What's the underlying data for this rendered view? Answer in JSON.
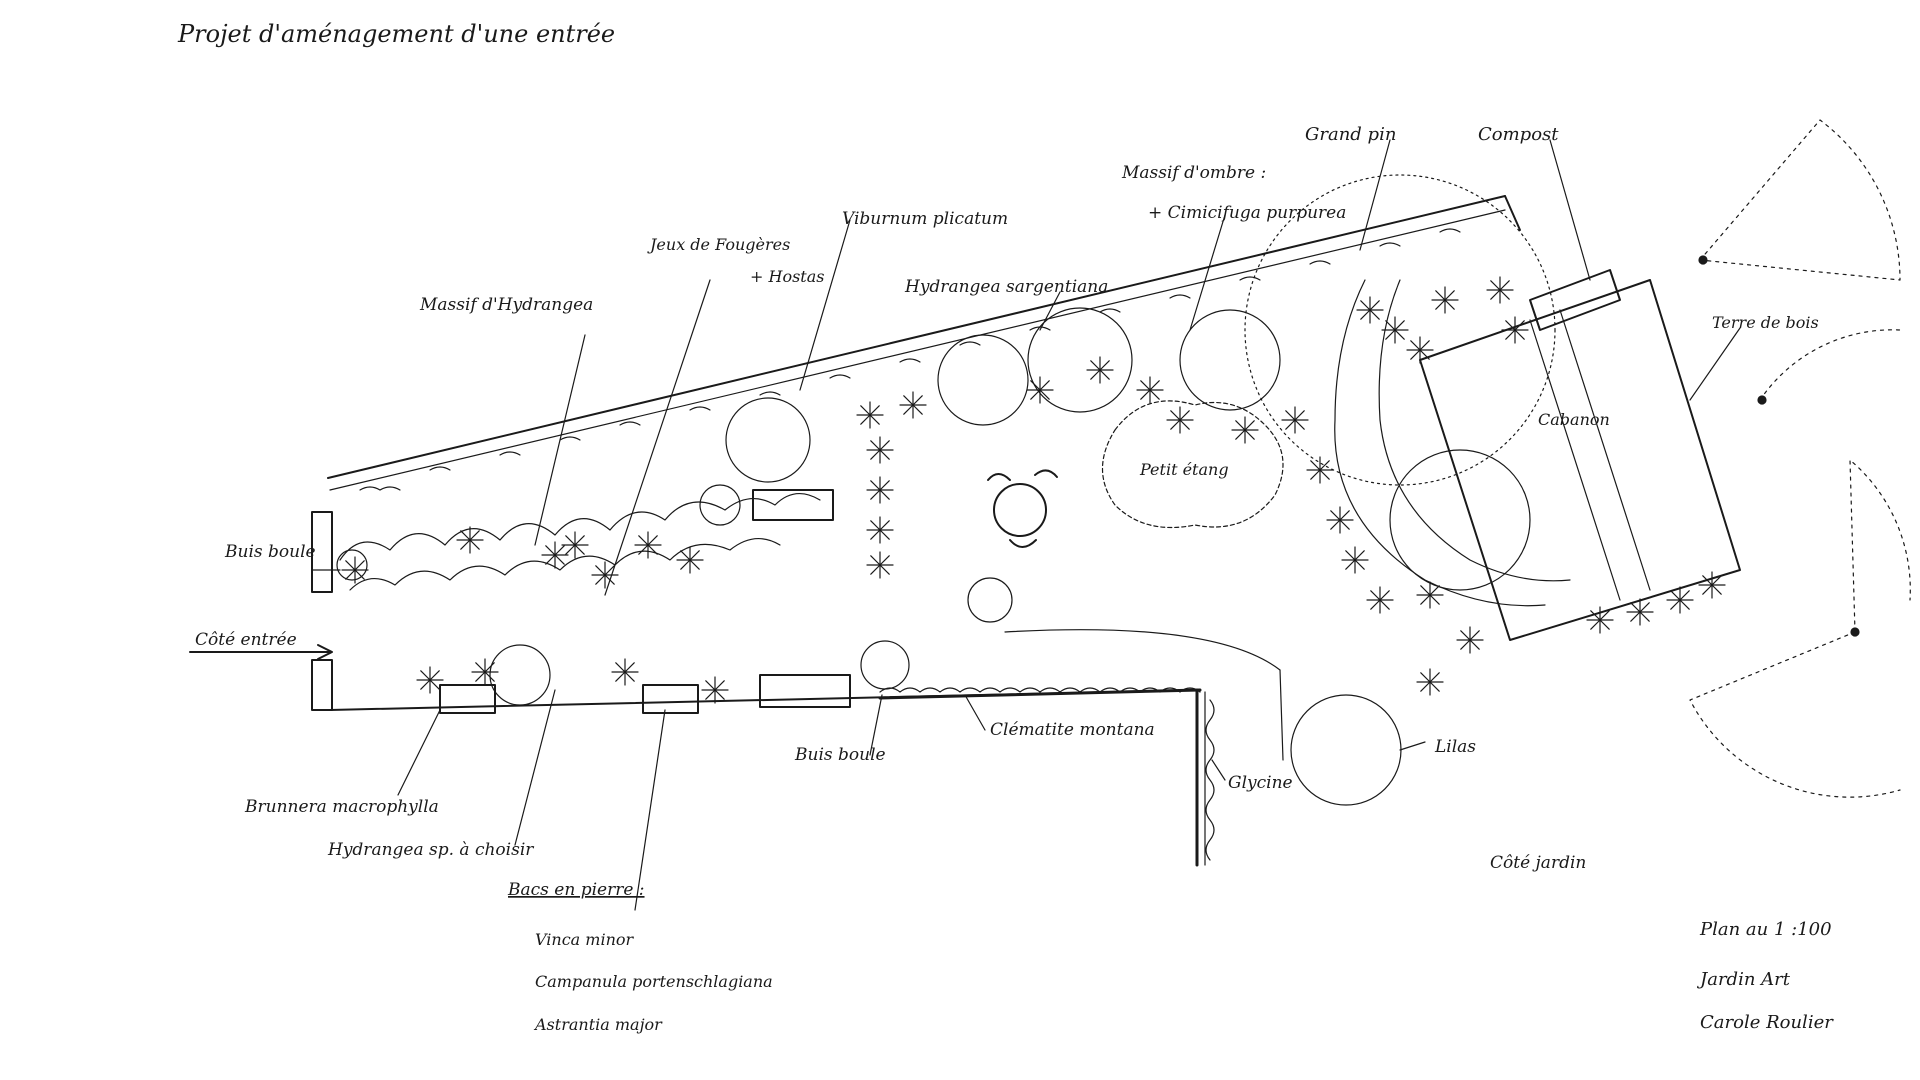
{
  "title": "Projet d'aménagement d'une entrée",
  "labels": {
    "massif_hydrangea": "Massif d'Hydrangea",
    "jeux_fougeres": "Jeux de Fougères",
    "hostas": "+ Hostas",
    "viburnum": "Viburnum plicatum",
    "hydrangea_sargentiana": "Hydrangea sargentiana",
    "massif_ombre": "Massif d'ombre :",
    "cimicifuga": "+ Cimicifuga purpurea",
    "grand_pin": "Grand pin",
    "compost": "Compost",
    "terre_de_bois": "Terre de bois",
    "cabanon": "Cabanon",
    "petit_etang": "Petit étang",
    "buis_boule_left": "Buis boule",
    "cote_entree": "Côté entrée",
    "brunnera": "Brunnera macrophylla",
    "hydrangea_sp": "Hydrangea sp. à choisir",
    "bacs_pierre": "Bacs en pierre :",
    "vinca": "Vinca minor",
    "campanula": "Campanula portenschlagiana",
    "astrantia": "Astrantia major",
    "buis_boule_bottom": "Buis boule",
    "clematite": "Clématite montana",
    "glycine": "Glycine",
    "lilas": "Lilas",
    "cote_jardin": "Côté jardin",
    "scale": "Plan au 1 :100",
    "studio": "Jardin Art",
    "author": "Carole Roulier"
  }
}
